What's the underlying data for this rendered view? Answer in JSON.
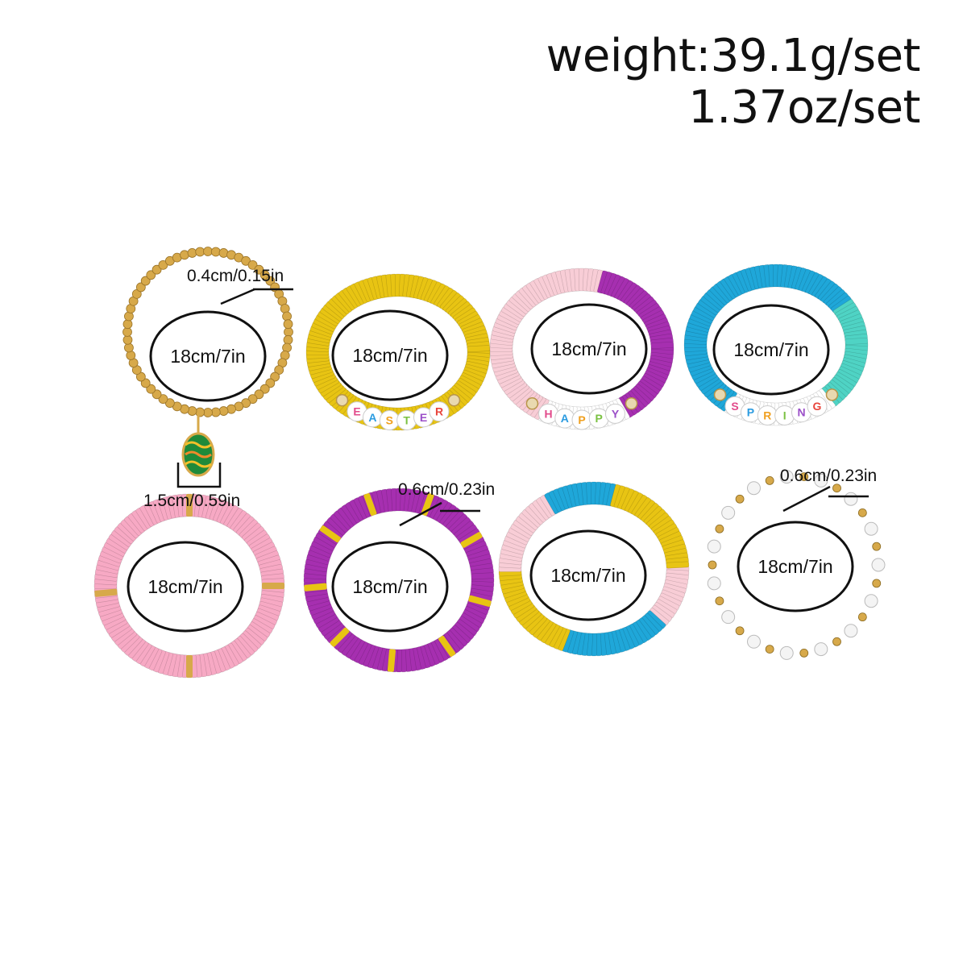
{
  "header": {
    "weight_line": "weight:39.1g/set",
    "oz_line": "1.37oz/set"
  },
  "bracelets": [
    {
      "id": "gold-bead",
      "size": "18cm/7in",
      "detail": "0.4cm/0.15in",
      "pendant": "1.5cm/0.59in"
    },
    {
      "id": "easter",
      "size": "18cm/7in",
      "word": "EASTER"
    },
    {
      "id": "happy",
      "size": "18cm/7in",
      "word": "HAPPY"
    },
    {
      "id": "spring",
      "size": "18cm/7in",
      "word": "SPRING"
    },
    {
      "id": "pink",
      "size": "18cm/7in"
    },
    {
      "id": "purple",
      "size": "18cm/7in",
      "detail": "0.6cm/0.23in"
    },
    {
      "id": "multicolor",
      "size": "18cm/7in"
    },
    {
      "id": "crystal",
      "size": "18cm/7in",
      "detail": "0.6cm/0.23in"
    }
  ],
  "colors": {
    "gold": "#d7a94a",
    "yellow": "#e8c413",
    "purple": "#a62fb0",
    "pink": "#f7a9c4",
    "lightpink": "#f8cdd6",
    "blue": "#1fa7d9",
    "teal": "#4fd3c4",
    "white": "#ffffff"
  }
}
